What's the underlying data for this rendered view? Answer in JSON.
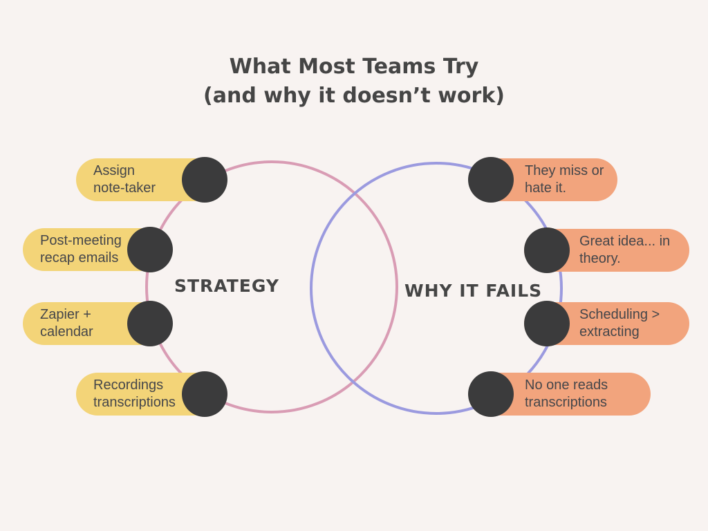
{
  "title": {
    "line1": "What Most Teams Try",
    "line2": "(and why it doesn’t work)"
  },
  "venn": {
    "left_circle_label": "STRATEGY",
    "right_circle_label": "WHY IT FAILS"
  },
  "strategy_items": [
    {
      "label": "Assign\nnote-taker"
    },
    {
      "label": "Post-meeting\nrecap emails"
    },
    {
      "label": "Zapier +\ncalendar"
    },
    {
      "label": "Recordings\ntranscriptions"
    }
  ],
  "fail_items": [
    {
      "label": "They miss or\nhate it."
    },
    {
      "label": "Great idea... in\ntheory."
    },
    {
      "label": "Scheduling >\nextracting"
    },
    {
      "label": "No one reads\ntranscriptions"
    }
  ],
  "colors": {
    "background": "#F8F3F1",
    "title_text": "#454545",
    "pill_text": "#45464A",
    "strategy_pill": "#F3D478",
    "fail_pill": "#F2A47D",
    "dot": "#3B3B3C",
    "strategy_circle_stroke": "#D99CB4",
    "fails_circle_stroke": "#9B9ADF"
  }
}
